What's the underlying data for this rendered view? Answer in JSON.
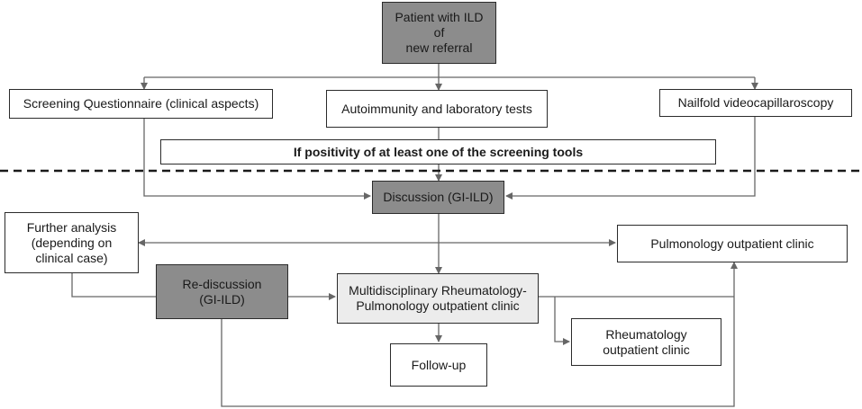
{
  "diagram": {
    "boxes": {
      "patient": "Patient with ILD of\nnew referral",
      "screening_questionnaire": "Screening Questionnaire (clinical aspects)",
      "autoimmunity_tests": "Autoimmunity and laboratory tests",
      "nailfold": "Nailfold videocapillaroscopy",
      "positivity": "If positivity of at least one of the screening tools",
      "discussion": "Discussion (GI-ILD)",
      "further_analysis": "Further analysis\n(depending on\nclinical case)",
      "pulmonology_clinic": "Pulmonology outpatient clinic",
      "rediscussion": "Re-discussion\n(GI-ILD)",
      "multidisciplinary_clinic": "Multidisciplinary Rheumatology-\nPulmonology outpatient clinic",
      "rheumatology_clinic": "Rheumatology\noutpatient clinic",
      "follow_up": "Follow-up"
    },
    "colors": {
      "dark_fill": "#8c8c8c",
      "light_fill": "#ececec",
      "connector": "#666666",
      "separator": "#1a1a1a"
    }
  }
}
